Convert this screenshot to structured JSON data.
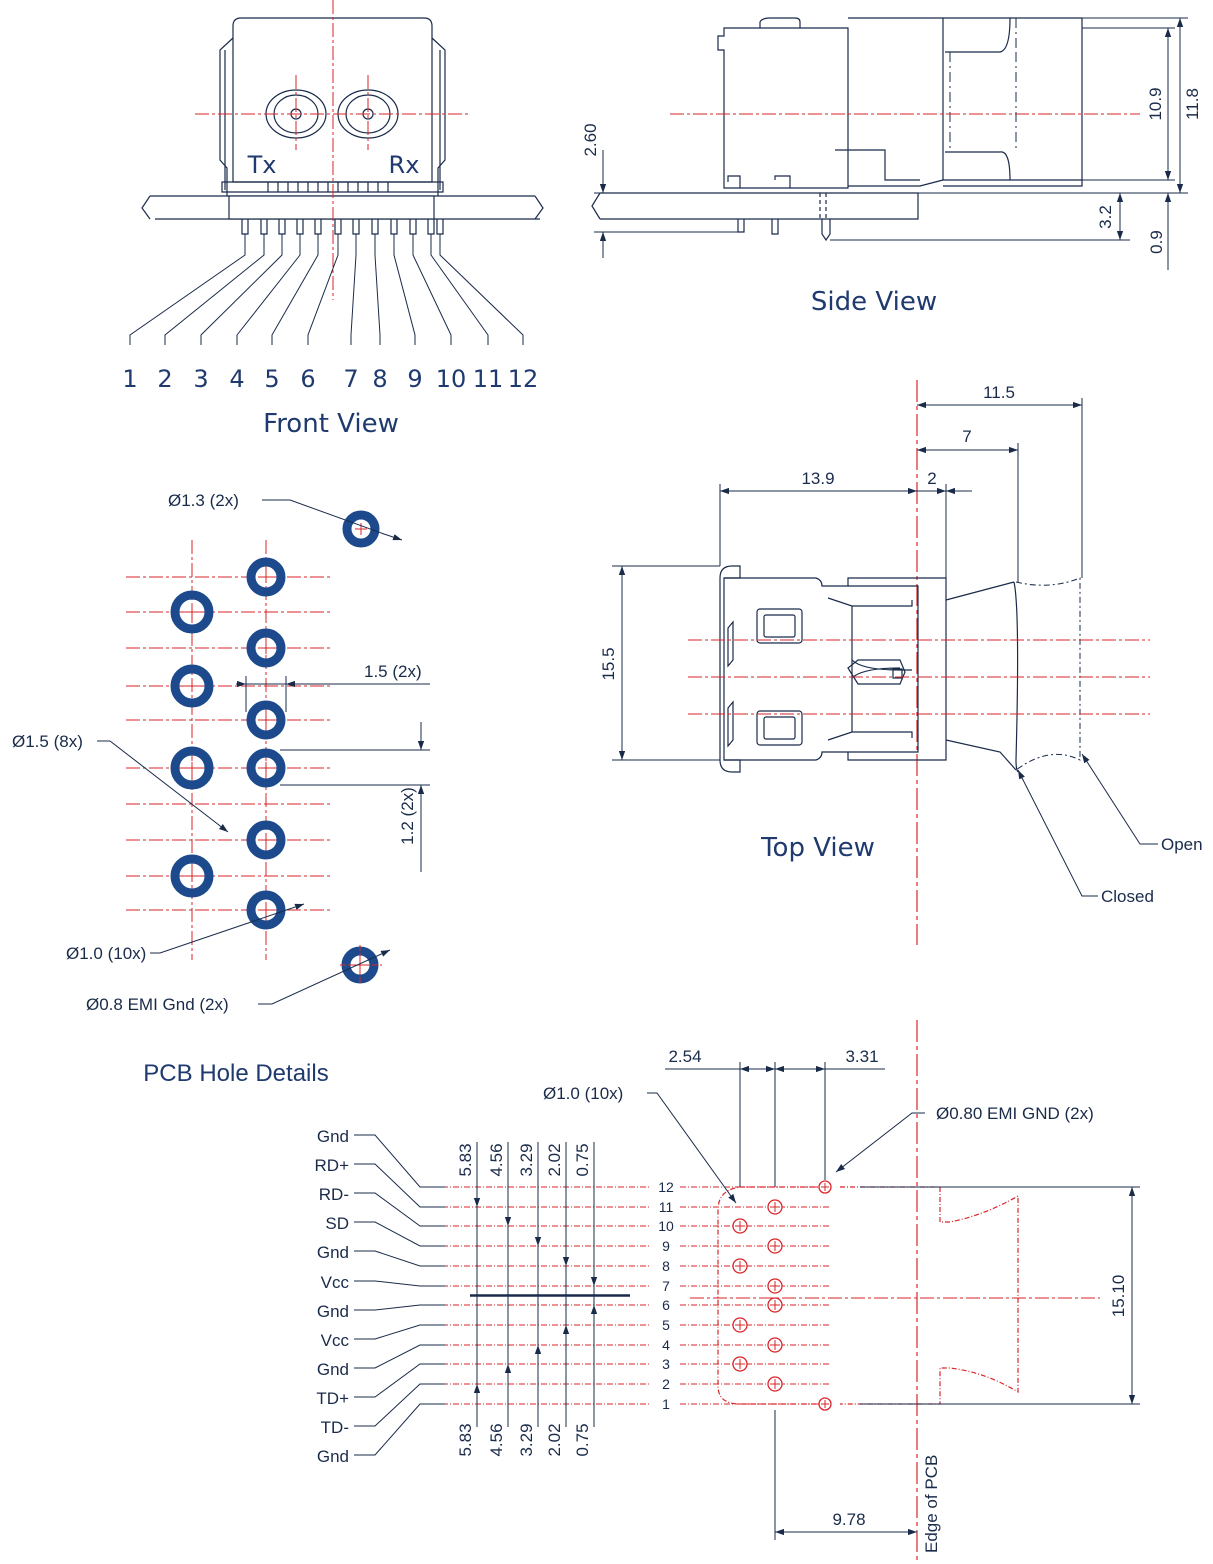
{
  "colors": {
    "outline": "#1a2b4a",
    "center_line": "#d9252a",
    "label": "#1f3a6e",
    "pad_fill": "#1d4a8c"
  },
  "front_view": {
    "title": "Front View",
    "tx_label": "Tx",
    "rx_label": "Rx",
    "pin_numbers": [
      "1",
      "2",
      "3",
      "4",
      "5",
      "6",
      "7",
      "8",
      "9",
      "10",
      "11",
      "12"
    ]
  },
  "side_view": {
    "title": "Side View",
    "dims": {
      "d_260": "2.60",
      "d_109": "10.9",
      "d_118": "11.8",
      "d_32": "3.2",
      "d_09": "0.9"
    }
  },
  "top_view": {
    "title": "Top View",
    "dims": {
      "d_115": "11.5",
      "d_7": "7",
      "d_139": "13.9",
      "d_2": "2",
      "d_155": "15.5"
    },
    "open_label": "Open",
    "closed_label": "Closed"
  },
  "pcb_hole_details": {
    "title": "PCB Hole Details",
    "labels": {
      "d13": "Ø1.3 (2x)",
      "d15": "Ø1.5 (8x)",
      "pitch15": "1.5 (2x)",
      "pitch12": "1.2 (2x)",
      "d10": "Ø1.0 (10x)",
      "emi": "Ø0.8 EMI Gnd (2x)"
    }
  },
  "pcb_layout": {
    "top_dims": {
      "d254": "2.54",
      "d331": "3.31"
    },
    "hole_label": "Ø1.0 (10x)",
    "emi_label": "Ø0.80 EMI GND (2x)",
    "column_dims": [
      "5.83",
      "4.56",
      "3.29",
      "2.02",
      "0.75"
    ],
    "signals": [
      "Gnd",
      "RD+",
      "RD-",
      "SD",
      "Gnd",
      "Vcc",
      "Gnd",
      "Vcc",
      "Gnd",
      "TD+",
      "TD-",
      "Gnd"
    ],
    "row_numbers": [
      "12",
      "11",
      "10",
      "9",
      "8",
      "7",
      "6",
      "5",
      "4",
      "3",
      "2",
      "1"
    ],
    "d1510": "15.10",
    "d978": "9.78",
    "edge_label": "Edge of PCB"
  }
}
